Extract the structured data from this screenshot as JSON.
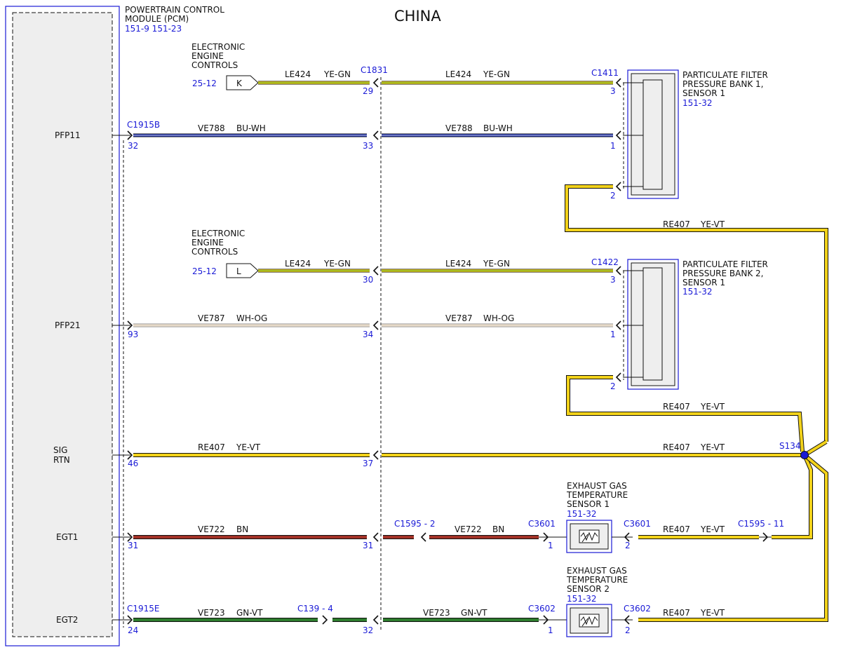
{
  "title": "CHINA",
  "pcm": {
    "label_1": "POWERTRAIN CONTROL",
    "label_2": "MODULE (PCM)",
    "ref": "151-9  151-23",
    "pins": [
      "PFP11",
      "PFP21",
      "SIG",
      "RTN",
      "EGT1",
      "EGT2"
    ]
  },
  "connectors": {
    "c1915b": "C1915B",
    "c1915e": "C1915E",
    "c1831": "C1831",
    "c1411": "C1411",
    "c1422": "C1422",
    "c1595_2": "C1595 - 2",
    "c1595_11": "C1595 - 11",
    "c139_4": "C139  -  4",
    "c3601": "C3601",
    "c3602": "C3602",
    "s134": "S134"
  },
  "pin_numbers": {
    "p32": "32",
    "p33": "33",
    "p1": "1",
    "p29": "29",
    "p3": "3",
    "p2": "2",
    "p30": "30",
    "p93": "93",
    "p34": "34",
    "p46": "46",
    "p37": "37",
    "p31": "31",
    "p24": "24"
  },
  "wires": {
    "le424": "LE424",
    "ye_gn": "YE-GN",
    "ve788": "VE788",
    "bu_wh": "BU-WH",
    "ve787": "VE787",
    "wh_og": "WH-OG",
    "re407": "RE407",
    "ye_vt": "YE-VT",
    "ve722": "VE722",
    "bn": "BN",
    "ve723": "VE723",
    "gn_vt": "GN-VT"
  },
  "eec": {
    "label_1": "ELECTRONIC",
    "label_2": "ENGINE",
    "label_3": "CONTROLS",
    "ref": "25-12",
    "k": "K",
    "l": "L"
  },
  "pf1": {
    "label_1": "PARTICULATE FILTER",
    "label_2": "PRESSURE BANK 1,",
    "label_3": "SENSOR 1",
    "ref": "151-32"
  },
  "pf2": {
    "label_1": "PARTICULATE FILTER",
    "label_2": "PRESSURE BANK 2,",
    "label_3": "SENSOR 1",
    "ref": "151-32"
  },
  "egt1": {
    "label_1": "EXHAUST GAS",
    "label_2": "TEMPERATURE",
    "label_3": "SENSOR 1",
    "ref": "151-32"
  },
  "egt2": {
    "label_1": "EXHAUST GAS",
    "label_2": "TEMPERATURE",
    "label_3": "SENSOR 2",
    "ref": "151-32"
  },
  "colors": {
    "ink": "#111111",
    "connector_blue": "#1a1ad6",
    "blue_wire": "#1c2ea6",
    "yellow": "#f2d21a",
    "green_stripe": "#5aa82a",
    "brown": "#a33228",
    "green_wire": "#2e7d2e",
    "white_og": "#e6d9c8",
    "module_fill": "#eeeeee"
  }
}
